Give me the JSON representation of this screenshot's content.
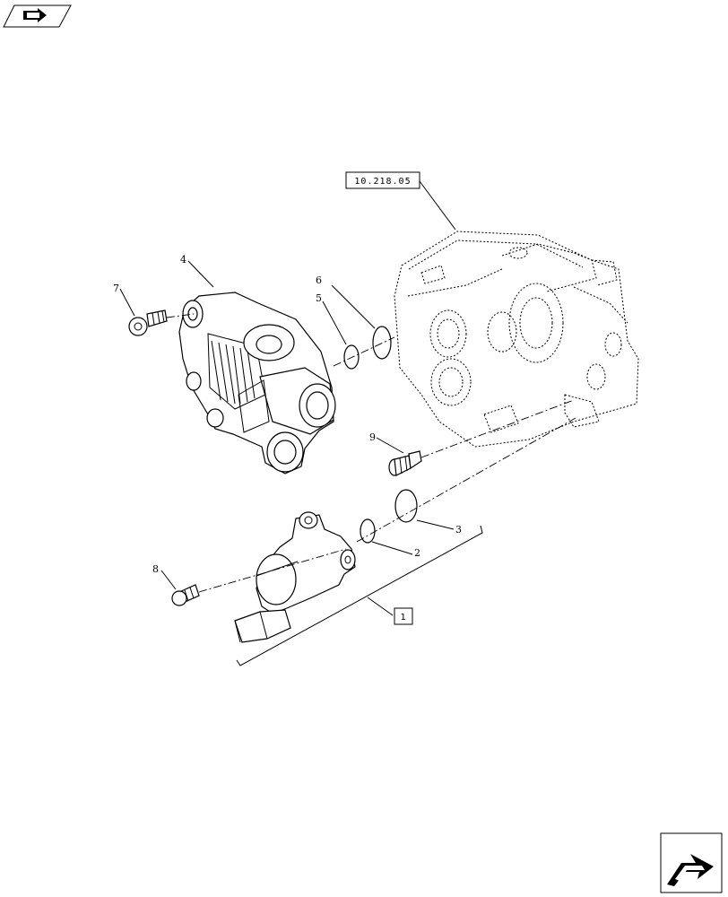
{
  "header": {
    "icon": "arrow-folder-icon"
  },
  "footer": {
    "icon": "next-page-arrow-icon"
  },
  "assembly_ref": {
    "label": "10.218.05"
  },
  "kit_ref": {
    "label": "1"
  },
  "callouts": {
    "c2": "2",
    "c3": "3",
    "c4": "4",
    "c5": "5",
    "c6": "6",
    "c7": "7",
    "c8": "8",
    "c9": "9"
  }
}
